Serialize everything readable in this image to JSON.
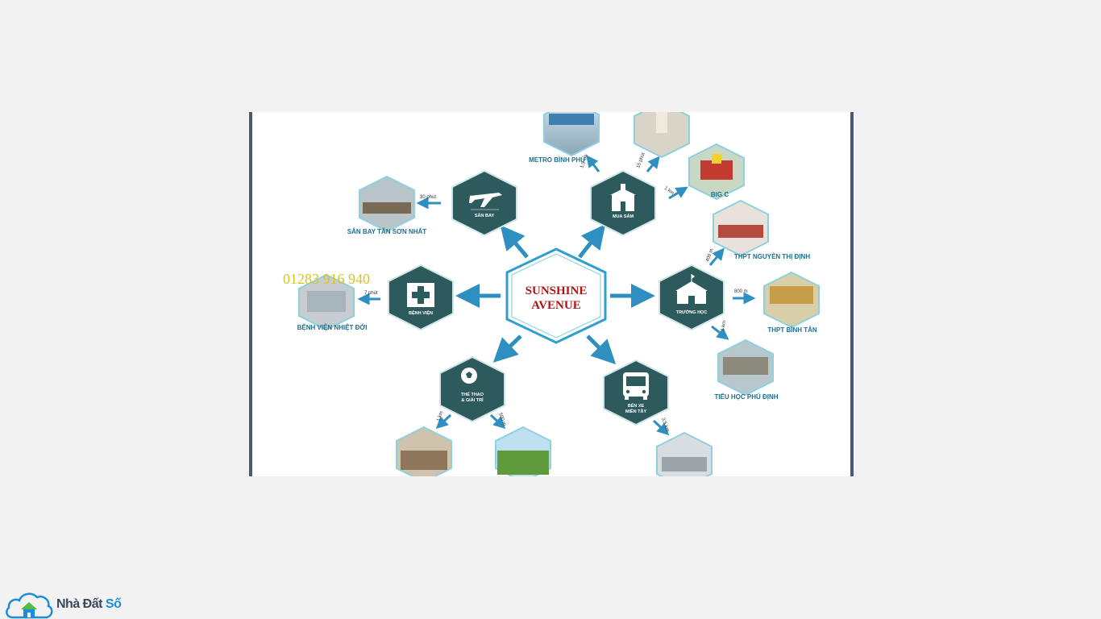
{
  "image": {
    "center": {
      "line1": "SUNSHINE",
      "line2": "AVENUE"
    },
    "phone_watermark": "01283 916 940",
    "hubs": [
      {
        "id": "airport",
        "label": "SÂN BAY"
      },
      {
        "id": "shopping",
        "label": "MUA SẮM"
      },
      {
        "id": "hospital",
        "label": "BỆNH VIỆN"
      },
      {
        "id": "school",
        "label": "TRƯỜNG HỌC"
      },
      {
        "id": "sports",
        "label_line1": "THỂ THAO",
        "label_line2": "& GIẢI TRÍ"
      },
      {
        "id": "bus",
        "label_line1": "BẾN XE",
        "label_line2": "MIỀN TÂY"
      }
    ],
    "places": [
      {
        "id": "metro",
        "label": "METRO BÌNH PHÚ",
        "distance": "1,5 km"
      },
      {
        "id": "market",
        "label": "",
        "distance": "15 phút"
      },
      {
        "id": "bigc",
        "label": "BIG C",
        "distance": "1 km"
      },
      {
        "id": "tsn",
        "label": "SÂN BAY TÂN SƠN NHẤT",
        "distance": "30 phút"
      },
      {
        "id": "hospital_place",
        "label": "BỆNH VIỆN NHIỆT ĐỚI",
        "distance": "7 phút"
      },
      {
        "id": "thpt_ntd",
        "label": "THPT NGUYỄN THỊ ĐỊNH",
        "distance": "400 m"
      },
      {
        "id": "thpt_bt",
        "label": "THPT BÌNH TÂN",
        "distance": "800 m"
      },
      {
        "id": "tieuhoc",
        "label": "TIỂU HỌC PHÚ ĐỊNH",
        "distance": "1 km"
      },
      {
        "id": "sport1",
        "label": "",
        "distance": "1 km"
      },
      {
        "id": "sport2",
        "label": "",
        "distance": "500 m"
      },
      {
        "id": "busplace",
        "label": "",
        "distance": "3,5 km"
      }
    ]
  },
  "logo": {
    "brand_main": "Nhà Đất ",
    "brand_accent": "Số"
  },
  "colors": {
    "hex_fill": "#2d5a5c",
    "arrow": "#2f8fc0",
    "place_label": "#1e6f8c",
    "center_text": "#b01212",
    "phone": "#d6c51f"
  }
}
